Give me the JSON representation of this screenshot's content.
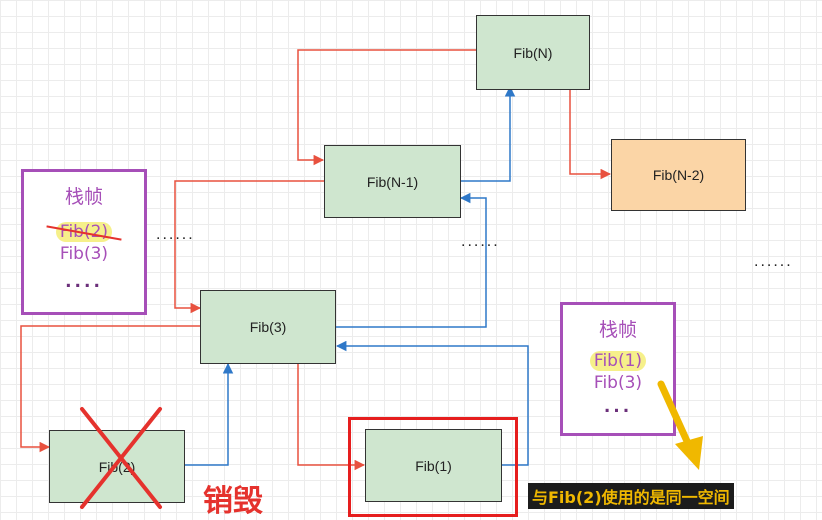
{
  "nodes": {
    "fib_n": "Fib(N)",
    "fib_n1": "Fib(N-1)",
    "fib_n2": "Fib(N-2)",
    "fib_3": "Fib(3)",
    "fib_2": "Fib(2)",
    "fib_1": "Fib(1)"
  },
  "frame_left": {
    "title": "栈帧",
    "items": [
      "Fib(2)",
      "Fib(3)"
    ],
    "more": "....",
    "crossed_item_index": 0
  },
  "frame_right": {
    "title": "栈帧",
    "items": [
      "Fib(1)",
      "Fib(3)"
    ],
    "more": "..."
  },
  "ellipses": [
    "......",
    "......",
    "......"
  ],
  "destroy_label": "销毁",
  "caption": "与Fib(2)使用的是同一空间",
  "colors": {
    "call_arrow": "#e8513f",
    "return_arrow": "#2f78c8",
    "node_fill": "#cfe6cf",
    "node_alt_fill": "#fbd5a6",
    "frame_border": "#a64fb8",
    "highlight": "#f6f08a",
    "destroy_red": "#e5322d",
    "caption_yellow": "#f0b800"
  }
}
